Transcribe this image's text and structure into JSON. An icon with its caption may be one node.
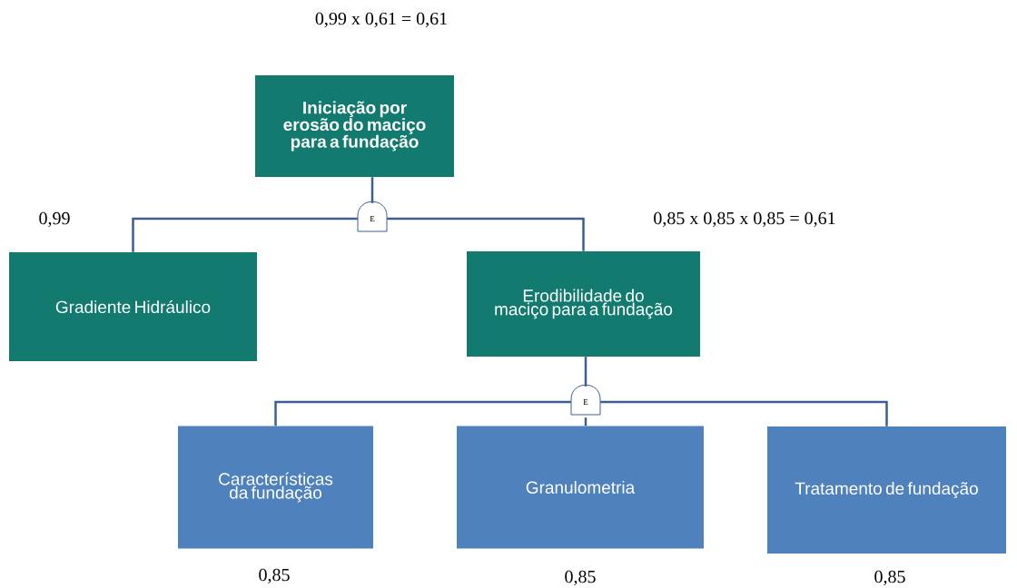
{
  "diagram": {
    "nodes": [
      {
        "text": [
          "Iniciação por erosão do maciço para a fundação"
        ],
        "beside": [
          "0,99 x 0,61 = 0,61"
        ]
      },
      {
        "text": [
          "E"
        ]
      },
      {
        "text": [
          "Gradiente Hidráulico"
        ],
        "beside": [
          "0,99"
        ]
      },
      {
        "text": [
          "Erodibilidade do maciço para a fundação"
        ],
        "beside": [
          "0,85 x 0,85 x 0,85 = 0,61"
        ]
      },
      {
        "text": [
          "E"
        ]
      },
      {
        "text": [
          "Características da fundação"
        ],
        "beside": [
          "0,85"
        ]
      },
      {
        "text": [
          "Granulometria"
        ],
        "beside": [
          "0,85"
        ]
      },
      {
        "text": [
          "Tratamento de fundação"
        ],
        "beside": [
          "0,85"
        ]
      }
    ],
    "edges": [
      {
        "from": 0,
        "to": 1,
        "arrow": "none"
      },
      {
        "from": 1,
        "to": 2,
        "arrow": "none"
      },
      {
        "from": 1,
        "to": 3,
        "arrow": "none"
      },
      {
        "from": 3,
        "to": 4,
        "arrow": "none"
      },
      {
        "from": 4,
        "to": 5,
        "arrow": "none"
      },
      {
        "from": 4,
        "to": 6,
        "arrow": "none"
      },
      {
        "from": 4,
        "to": 7,
        "arrow": "none"
      }
    ]
  }
}
